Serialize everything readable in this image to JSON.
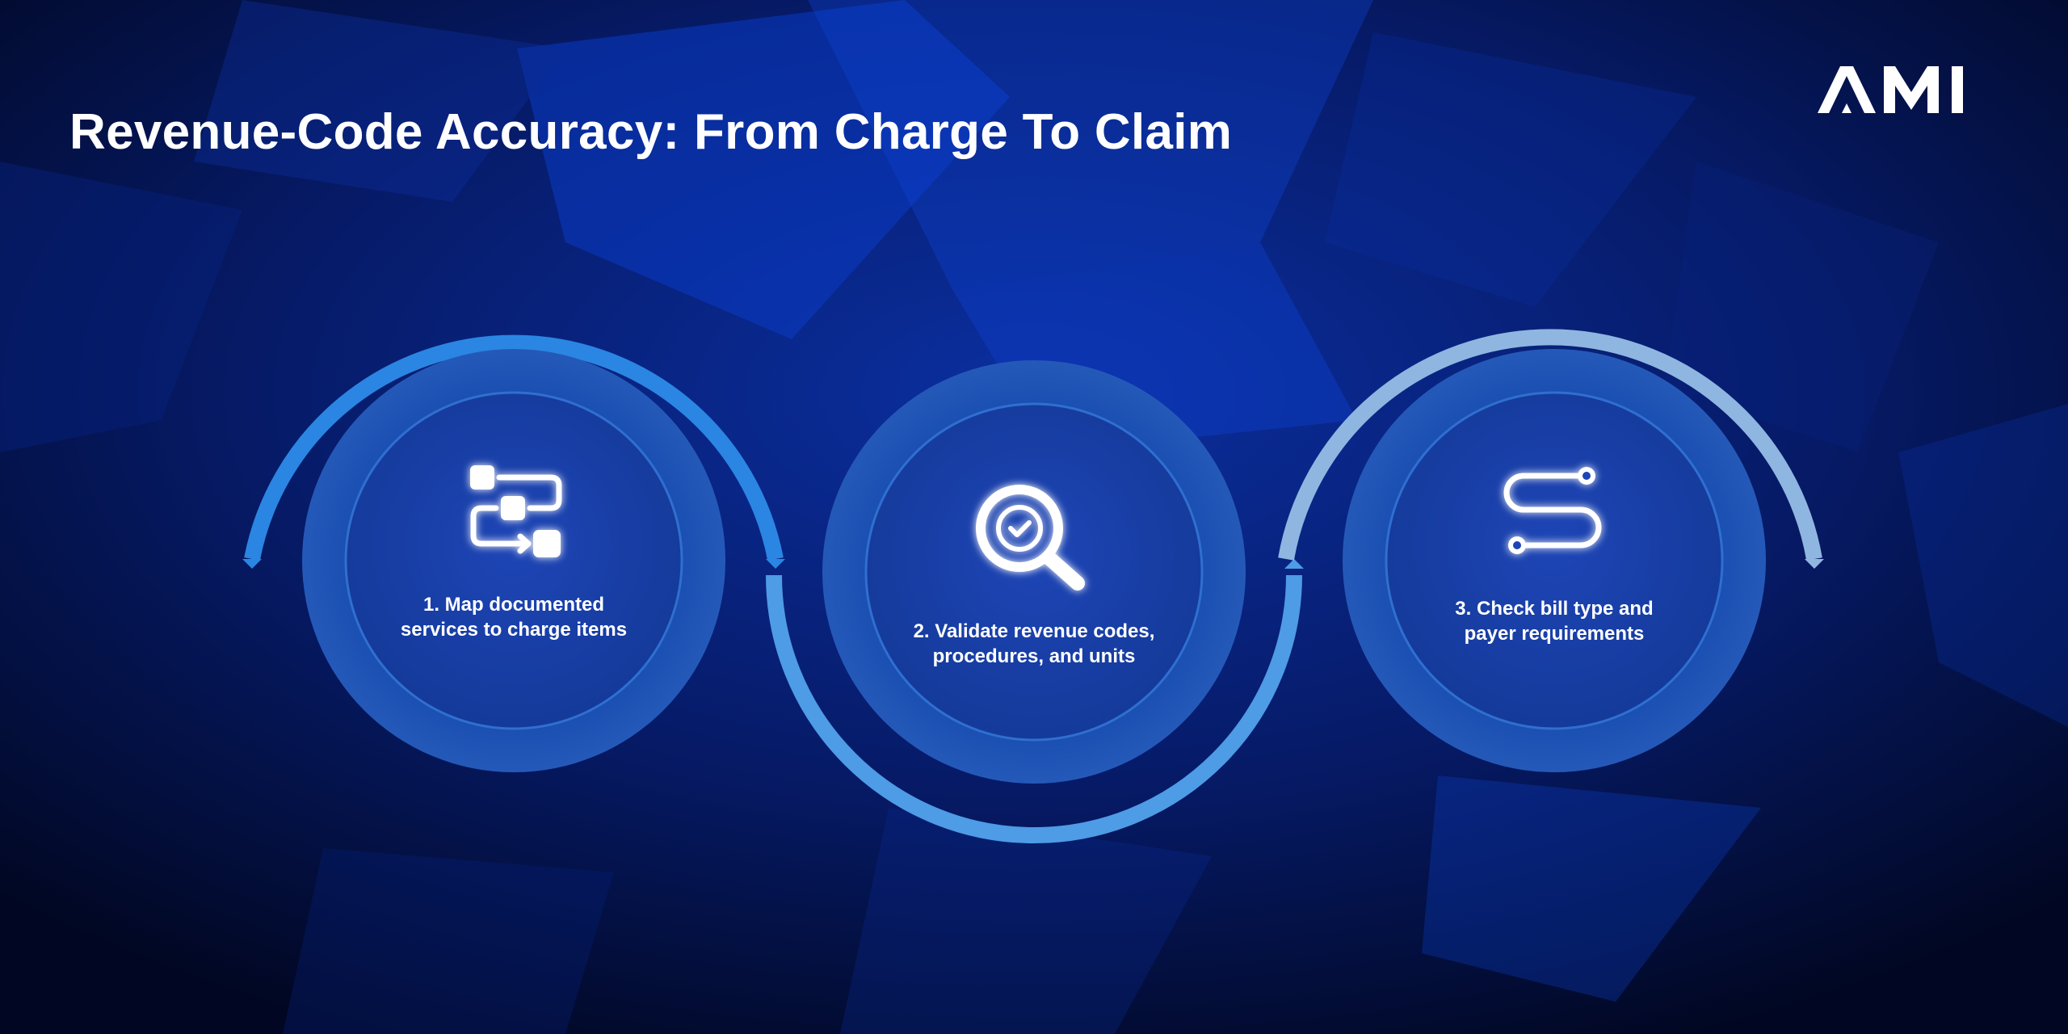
{
  "header": {
    "title": "Revenue-Code Accuracy: From Charge To Claim",
    "logo_text": "AMI"
  },
  "steps": [
    {
      "label": "1. Map documented services to charge items",
      "icon": "workflow-icon"
    },
    {
      "label": "2. Validate revenue codes, procedures, and units",
      "icon": "magnifier-check-icon"
    },
    {
      "label": "3. Check bill type and payer requirements",
      "icon": "route-path-icon"
    }
  ],
  "colors": {
    "background": "#020b2e",
    "arc_step1": "#2a86e2",
    "arc_step2": "#4e9be6",
    "arc_step3": "#8fb6e0",
    "circle_outer": "#1e55b0",
    "circle_inner": "#1a40a6"
  }
}
